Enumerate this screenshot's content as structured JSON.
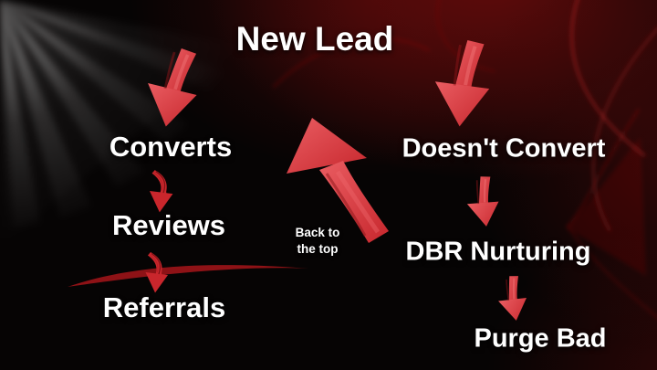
{
  "diagram": {
    "root_label": "New Lead",
    "convert_branch": [
      "Converts",
      "Reviews",
      "Referrals"
    ],
    "no_convert_branch": [
      "Doesn't Convert",
      "DBR Nurturing",
      "Purge Bad"
    ],
    "loop_note_line1": "Back to",
    "loop_note_line2": "the top"
  },
  "colors": {
    "background": "#060404",
    "text": "#ffffff",
    "arrow_red": "#d8353b",
    "arrow_red_light": "#ea5d62",
    "arrow_red_dark": "#8c1317",
    "swoosh_red": "#8e1216"
  }
}
